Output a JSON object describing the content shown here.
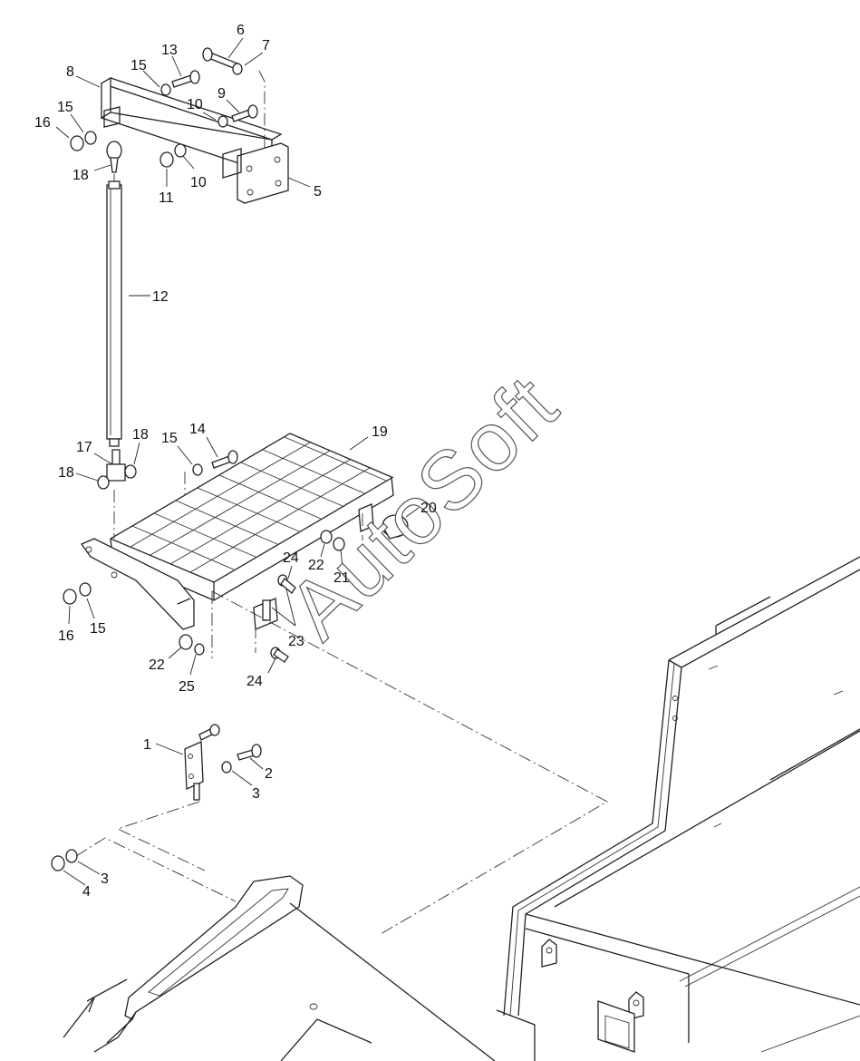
{
  "watermark": "AutoSoft",
  "callouts": [
    {
      "id": "c6",
      "text": "6"
    },
    {
      "id": "c7",
      "text": "7"
    },
    {
      "id": "c13",
      "text": "13"
    },
    {
      "id": "c8",
      "text": "8"
    },
    {
      "id": "c15a",
      "text": "15"
    },
    {
      "id": "c9",
      "text": "9"
    },
    {
      "id": "c15b",
      "text": "15"
    },
    {
      "id": "c10a",
      "text": "10"
    },
    {
      "id": "c16a",
      "text": "16"
    },
    {
      "id": "c10b",
      "text": "10"
    },
    {
      "id": "c11",
      "text": "11"
    },
    {
      "id": "c18a",
      "text": "18"
    },
    {
      "id": "c5",
      "text": "5"
    },
    {
      "id": "c12",
      "text": "12"
    },
    {
      "id": "c14",
      "text": "14"
    },
    {
      "id": "c19",
      "text": "19"
    },
    {
      "id": "c15c",
      "text": "15"
    },
    {
      "id": "c17",
      "text": "17"
    },
    {
      "id": "c18b",
      "text": "18"
    },
    {
      "id": "c18c",
      "text": "18"
    },
    {
      "id": "c20",
      "text": "20"
    },
    {
      "id": "c24a",
      "text": "24"
    },
    {
      "id": "c22a",
      "text": "22"
    },
    {
      "id": "c21",
      "text": "21"
    },
    {
      "id": "c16b",
      "text": "16"
    },
    {
      "id": "c15d",
      "text": "15"
    },
    {
      "id": "c23",
      "text": "23"
    },
    {
      "id": "c22b",
      "text": "22"
    },
    {
      "id": "c24b",
      "text": "24"
    },
    {
      "id": "c25",
      "text": "25"
    },
    {
      "id": "c1",
      "text": "1"
    },
    {
      "id": "c2",
      "text": "2"
    },
    {
      "id": "c3a",
      "text": "3"
    },
    {
      "id": "c3b",
      "text": "3"
    },
    {
      "id": "c4",
      "text": "4"
    }
  ]
}
